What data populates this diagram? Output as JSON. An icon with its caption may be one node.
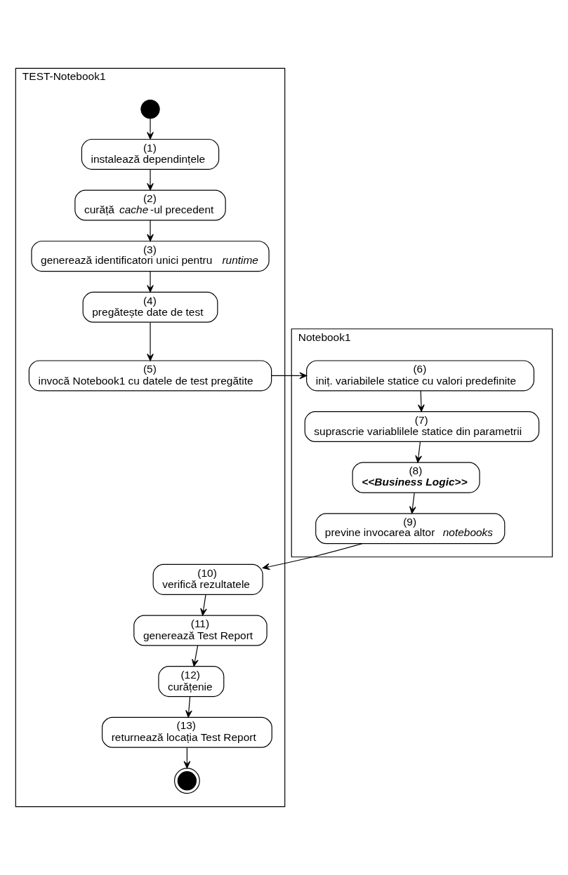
{
  "diagram": {
    "nodes": [
      {
        "text": [
          "TEST-Notebook1"
        ]
      },
      {
        "text": [],
        "shape": "circle",
        "in": 0
      },
      {
        "text": [
          "(1)",
          "instalează dependințele"
        ],
        "in": 0
      },
      {
        "text": [
          "(2)",
          "curăță *cache*-ul precedent"
        ],
        "in": 0
      },
      {
        "text": [
          "(3)",
          "generează identificatori unici pentru *runtime*"
        ],
        "in": 0
      },
      {
        "text": [
          "(4)",
          "pregătește date de test"
        ],
        "in": 0
      },
      {
        "text": [
          "(5)",
          "invocă Notebook1 cu datele de test pregătite"
        ],
        "in": 0
      },
      {
        "text": [
          "Notebook1"
        ]
      },
      {
        "text": [
          "(6)",
          "iniț. variabilele statice cu valori predefinite"
        ],
        "in": 7
      },
      {
        "text": [
          "(7)",
          "suprascrie variablilele statice din parametrii"
        ],
        "in": 7
      },
      {
        "text": [
          "(8)",
          "<<Business Logic>>"
        ],
        "in": 7
      },
      {
        "text": [
          "(9)",
          "previne invocarea altor *notebooks*"
        ],
        "in": 7
      },
      {
        "text": [
          "(10)",
          "verifică rezultatele"
        ],
        "in": 0
      },
      {
        "text": [
          "(11)",
          "generează Test Report"
        ],
        "in": 0
      },
      {
        "text": [
          "(12)",
          "curățenie"
        ],
        "in": 0
      },
      {
        "text": [
          "(13)",
          "returnează locația Test Report"
        ],
        "in": 0
      },
      {
        "text": [],
        "shape": "circle",
        "in": 0
      }
    ],
    "edges": [
      {
        "from": 1,
        "to": 2,
        "arrow": "to"
      },
      {
        "from": 2,
        "to": 3,
        "arrow": "to"
      },
      {
        "from": 3,
        "to": 4,
        "arrow": "to"
      },
      {
        "from": 4,
        "to": 5,
        "arrow": "to"
      },
      {
        "from": 5,
        "to": 6,
        "arrow": "to"
      },
      {
        "from": 6,
        "to": 8,
        "arrow": "to"
      },
      {
        "from": 8,
        "to": 9,
        "arrow": "to"
      },
      {
        "from": 9,
        "to": 10,
        "arrow": "to"
      },
      {
        "from": 10,
        "to": 11,
        "arrow": "to"
      },
      {
        "from": 11,
        "to": 12,
        "arrow": "to"
      },
      {
        "from": 12,
        "to": 13,
        "arrow": "to"
      },
      {
        "from": 13,
        "to": 14,
        "arrow": "to"
      },
      {
        "from": 14,
        "to": 15,
        "arrow": "to"
      },
      {
        "from": 15,
        "to": 16,
        "arrow": "to"
      }
    ]
  }
}
